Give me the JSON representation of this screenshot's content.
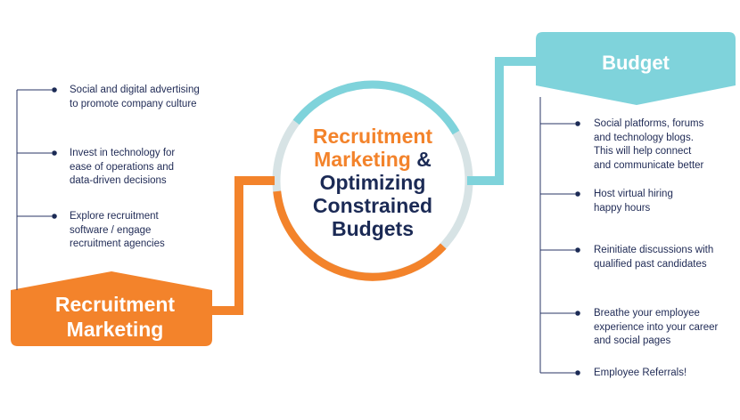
{
  "colors": {
    "orange": "#f3832b",
    "teal": "#7fd3db",
    "navy": "#1b2a55",
    "ring_grey": "#d7e3e5"
  },
  "center": {
    "line1": "Recruitment",
    "line2_orange": "Marketing",
    "line2_amp": " &",
    "line3": "Optimizing",
    "line4": "Constrained",
    "line5": "Budgets"
  },
  "recruitment_marketing": {
    "title_line1": "Recruitment",
    "title_line2": "Marketing",
    "items": [
      {
        "lines": [
          "Social and digital advertising",
          "to promote company culture"
        ]
      },
      {
        "lines": [
          "Invest in technology for",
          "ease of operations and",
          "data-driven decisions"
        ]
      },
      {
        "lines": [
          "Explore recruitment",
          "software / engage",
          "recruitment agencies"
        ]
      }
    ]
  },
  "budget": {
    "title": "Budget",
    "items": [
      {
        "lines": [
          "Social platforms, forums",
          "and technology blogs.",
          "This will help connect",
          "and communicate better"
        ]
      },
      {
        "lines": [
          "Host virtual hiring",
          "happy hours"
        ]
      },
      {
        "lines": [
          "Reinitiate discussions with",
          "qualified past candidates"
        ]
      },
      {
        "lines": [
          "Breathe your employee",
          "experience into your career",
          "and social pages"
        ]
      },
      {
        "lines": [
          "Employee Referrals!"
        ]
      }
    ]
  }
}
